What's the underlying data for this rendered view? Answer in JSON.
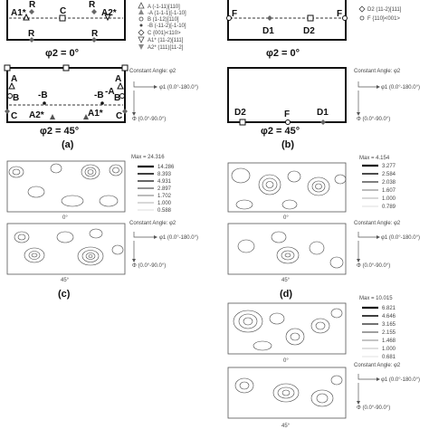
{
  "panel_a": {
    "phi2_top": "φ2 = 0°",
    "phi2_bottom": "φ2 = 45°",
    "caption": "(a)",
    "top_marks": {
      "R1": "R",
      "R2": "R",
      "C": "C",
      "A1s": "A1*",
      "A2s": "A2*",
      "R3": "R",
      "R4": "R"
    },
    "bottom_marks": {
      "A1": "A",
      "A2": "A",
      "B1": "B",
      "B2": "B",
      "mB": "-B",
      "mB2": "-B",
      "mA": "-A",
      "C1": "C",
      "C2": "C",
      "A2s": "A2*",
      "A1s": "A1*"
    },
    "legend": [
      "A (-1-11)[110]",
      "-A (1-1-1)[-1-10]",
      "B (1-12)[110]",
      "-B (-11-2)[-1-10]",
      "C {001}<110>",
      "A1* (11-2)[111]",
      "A2* (111)[11-2]"
    ],
    "constant_angle": "Constant Angle: φ2",
    "phi1_axis": "φ1 (0.0°-180.0°)",
    "phi_axis": "Φ (0.0°-90.0°)"
  },
  "panel_b": {
    "phi2_top": "φ2 = 0°",
    "phi2_bottom": "φ2 = 45°",
    "caption": "(b)",
    "top_marks": {
      "F1": "F",
      "F2": "F",
      "D1": "D1",
      "D2": "D2"
    },
    "bottom_marks": {
      "D2": "D2",
      "F": "F",
      "D1": "D1"
    },
    "legend": [
      "D2 (11-2)[111]",
      "F {110}<001>"
    ],
    "constant_angle": "Constant Angle: φ2",
    "phi1_axis": "φ1 (0.0°-180.0°)",
    "phi_axis": "Φ (0.0°-90.0°)"
  },
  "panel_c": {
    "caption": "(c)",
    "max_label": "Max = 24.316",
    "levels": [
      "14.286",
      "8.393",
      "4.931",
      "2.897",
      "1.702",
      "1.000",
      "0.588"
    ],
    "angle_top": "0°",
    "angle_bottom": "45°",
    "constant_angle": "Constant Angle: φ2",
    "phi1_axis": "φ1 (0.0°-180.0°)",
    "phi_axis": "Φ (0.0°-90.0°)"
  },
  "panel_d": {
    "caption": "(d)",
    "max_label": "Max = 4.154",
    "levels": [
      "3.277",
      "2.584",
      "2.038",
      "1.607",
      "1.000",
      "0.789"
    ],
    "angle_top": "0°",
    "angle_bottom": "45°",
    "constant_angle": "Constant Angle: φ2",
    "phi1_axis": "φ1 (0.0°-180.0°)",
    "phi_axis": "Φ (0.0°-90.0°)"
  },
  "panel_e": {
    "max_label": "Max = 10.015",
    "levels": [
      "6.821",
      "4.646",
      "3.165",
      "2.155",
      "1.468",
      "1.000",
      "0.681"
    ],
    "angle_top": "0°",
    "angle_bottom": "45°",
    "constant_angle": "Constant Angle: φ2",
    "phi1_axis": "φ1 (0.0°-180.0°)",
    "phi_axis": "Φ (0.0°-90.0°)"
  }
}
